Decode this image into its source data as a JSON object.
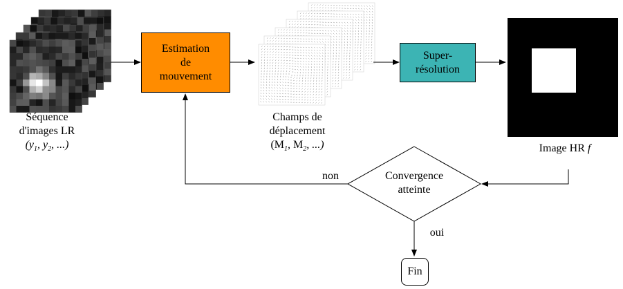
{
  "nodes": {
    "lr_sequence": {
      "line1": "Séquence",
      "line2": "d'images LR",
      "seq": [
        "y",
        "1",
        ", ",
        "y",
        "2",
        ", ...)"
      ]
    },
    "motion_estimation": {
      "line1": "Estimation",
      "line2": "de",
      "line3": "mouvement"
    },
    "displacement_fields": {
      "line1": "Champs de",
      "line2": "déplacement",
      "seq": [
        "M",
        "1",
        ", ",
        "M",
        "2",
        ", ...)"
      ]
    },
    "super_resolution": {
      "line1": "Super-",
      "line2": "résolution"
    },
    "hr_image": {
      "label": "Image HR",
      "var": "f"
    },
    "convergence": {
      "line1": "Convergence",
      "line2": "atteinte"
    },
    "end": {
      "label": "Fin"
    }
  },
  "edges": {
    "no_label": "non",
    "yes_label": "oui"
  },
  "colors": {
    "motion_estimation": "#ff8c00",
    "super_resolution": "#3cb4b4",
    "hr_background": "#000000",
    "hr_square": "#ffffff"
  }
}
